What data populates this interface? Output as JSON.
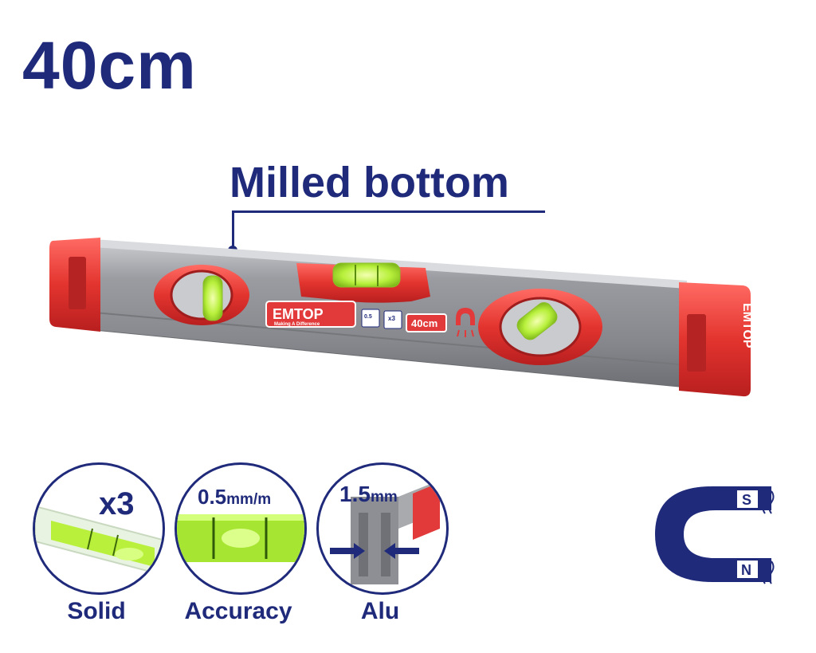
{
  "title": "40cm",
  "callout": {
    "label": "Milled bottom"
  },
  "product": {
    "brand": "EMTOP",
    "tagline": "Making A Difference",
    "length_badge": "40cm",
    "vial_badge": "x3",
    "accuracy_badge": "0.5",
    "colors": {
      "frame": "#8f9196",
      "end_cap": "#e23a3a",
      "vial": "#b8f03c"
    }
  },
  "features": [
    {
      "caption": "Solid",
      "badge": "x3"
    },
    {
      "caption": "Accuracy",
      "badge_value": "0.5",
      "badge_unit": "mm/m"
    },
    {
      "caption": "Alu",
      "badge_value": "1.5",
      "badge_unit": "mm"
    }
  ],
  "magnet": {
    "north": "N",
    "south": "S",
    "color": "#1f2a7a"
  },
  "colors": {
    "accent": "#1f2a7a",
    "red": "#e23a3a",
    "green": "#a6e632"
  }
}
